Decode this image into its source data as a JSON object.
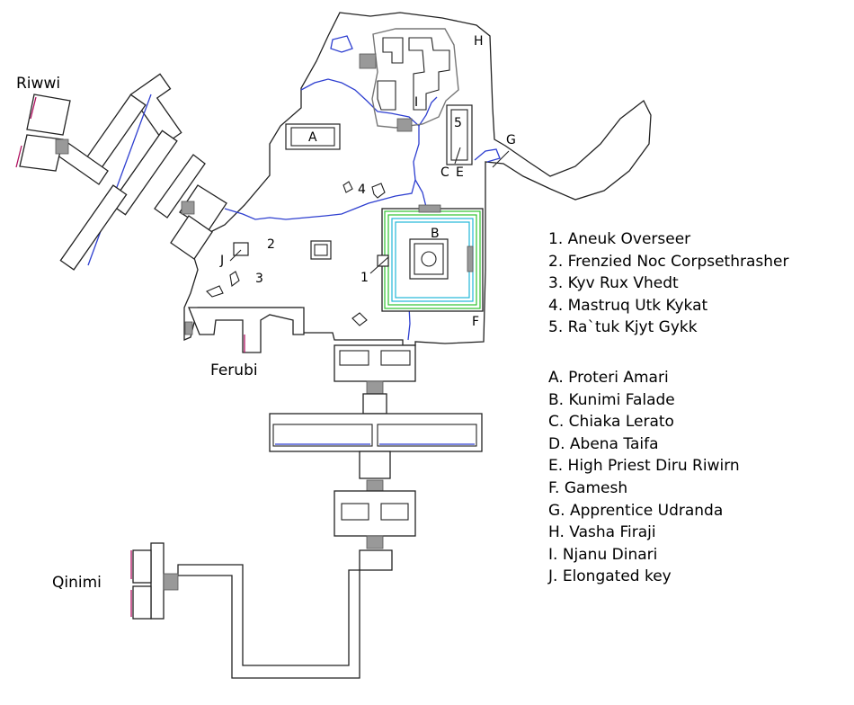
{
  "regions": {
    "riwwi": "Riwwi",
    "ferubi": "Ferubi",
    "qinimi": "Qinimi"
  },
  "markers": {
    "m1": "1",
    "m2": "2",
    "m3": "3",
    "m4": "4",
    "m5": "5",
    "A": "A",
    "B": "B",
    "C": "C",
    "E": "E",
    "F": "F",
    "G": "G",
    "H": "H",
    "I": "I",
    "J": "J"
  },
  "legend_numbers": [
    "1. Aneuk Overseer",
    "2. Frenzied Noc Corpsethrasher",
    "3. Kyv Rux Vhedt",
    "4. Mastruq Utk Kykat",
    "5. Ra`tuk Kjyt Gykk"
  ],
  "legend_letters": [
    "A. Proteri Amari",
    "B. Kunimi Falade",
    "C. Chiaka Lerato",
    "D. Abena Taifa",
    "E. High Priest Diru Riwirn",
    "F. Gamesh",
    "G. Apprentice Udranda",
    "H. Vasha Firaji",
    "I. Njanu Dinari",
    "J. Elongated key"
  ],
  "colors": {
    "water": "#2e3fd0",
    "door": "#b01060",
    "temple_outer": "#2fc32f",
    "temple_inner": "#22b8d8",
    "stairs": "#999999"
  }
}
